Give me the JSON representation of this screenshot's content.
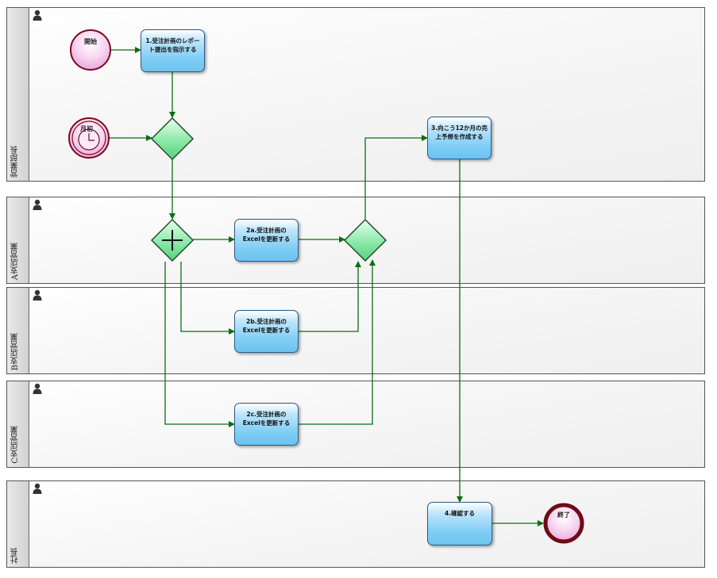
{
  "lanes": [
    {
      "id": "manager",
      "label": "営業部長"
    },
    {
      "id": "branch_a",
      "label": "A支店営業"
    },
    {
      "id": "branch_b",
      "label": "B支店営業"
    },
    {
      "id": "branch_c",
      "label": "C支店営業"
    },
    {
      "id": "president",
      "label": "社長"
    }
  ],
  "events": {
    "start": {
      "label": "開始"
    },
    "timer": {
      "label": "月初"
    },
    "end": {
      "label": "終了"
    }
  },
  "tasks": {
    "t1": {
      "label": "1.受注計画のレポート提出を指示する"
    },
    "t2a": {
      "label": "2a.受注計画のExcelを更新する"
    },
    "t2b": {
      "label": "2b.受注計画のExcelを更新する"
    },
    "t2c": {
      "label": "2c.受注計画のExcelを更新する"
    },
    "t3": {
      "label": "3.向こう12か月の売上予想を作成する"
    },
    "t4": {
      "label": "4.確認する"
    }
  },
  "colors": {
    "flow": "#0b6e12",
    "task_fill": "#7fcdf5",
    "gateway_fill": "#7de39b",
    "event_fill": "#f9d7f3",
    "event_stroke": "#7a0a1e"
  }
}
